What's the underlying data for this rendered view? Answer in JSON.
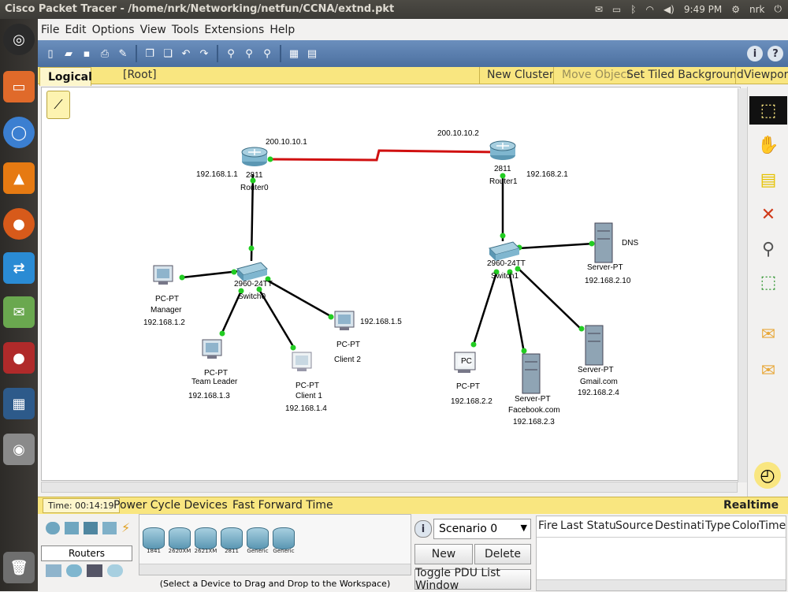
{
  "window": {
    "title": "Cisco Packet Tracer - /home/nrk/Networking/netfun/CCNA/extnd.pkt",
    "time": "9:49 PM",
    "user": "nrk"
  },
  "menu": [
    "File",
    "Edit",
    "Options",
    "View",
    "Tools",
    "Extensions",
    "Help"
  ],
  "navbar": {
    "tab": "Logical",
    "root": "[Root]",
    "new_cluster": "New Cluster",
    "move_object": "Move Object",
    "tiled_bg": "Set Tiled Background",
    "viewport": "Viewport"
  },
  "topology": {
    "router0": {
      "model": "2811",
      "name": "Router0",
      "ip_wan": "200.10.10.1",
      "ip_lan": "192.168.1.1"
    },
    "router1": {
      "model": "2811",
      "name": "Router1",
      "ip_wan": "200.10.10.2",
      "ip_lan": "192.168.2.1"
    },
    "switch0": {
      "model": "2960-24TT",
      "name": "Switch0"
    },
    "switch1": {
      "model": "2960-24TT",
      "name": "Switch1"
    },
    "manager": {
      "type": "PC-PT",
      "name": "Manager",
      "ip": "192.168.1.2"
    },
    "teamleader": {
      "type": "PC-PT",
      "name": "Team Leader",
      "ip": "192.168.1.3"
    },
    "client1": {
      "type": "PC-PT",
      "name": "Client 1",
      "ip": "192.168.1.4"
    },
    "client2": {
      "type": "PC-PT",
      "name": "Client 2",
      "ip": "192.168.1.5"
    },
    "dns": {
      "type": "Server-PT",
      "name": "DNS",
      "ip": "192.168.2.10"
    },
    "pc": {
      "type": "PC-PT",
      "name": "PC",
      "ip": "192.168.2.2"
    },
    "facebook": {
      "type": "Server-PT",
      "name": "Facebook.com",
      "ip": "192.168.2.3"
    },
    "gmail": {
      "type": "Server-PT",
      "name": "Gmail.com",
      "ip": "192.168.2.4"
    }
  },
  "realtime": {
    "time": "Time: 00:14:19",
    "power_cycle": "Power Cycle Devices",
    "fast_forward": "Fast Forward Time",
    "mode": "Realtime"
  },
  "devices": {
    "category": "Routers",
    "models": [
      "1841",
      "2620XM",
      "2621XM",
      "2811",
      "Generic",
      "Generic"
    ],
    "hint": "(Select a Device to Drag and Drop to the Workspace)"
  },
  "pdu": {
    "scenario": "Scenario 0",
    "new": "New",
    "delete": "Delete",
    "toggle": "Toggle PDU List Window",
    "columns": [
      "Fire",
      "Last Status",
      "Source",
      "Destination",
      "Type",
      "Color",
      "Time"
    ]
  },
  "colors": {
    "accent": "#f9e680",
    "toolbar": "#5a7fb0",
    "serial_link": "#d01010",
    "link_dot": "#22cc22"
  }
}
